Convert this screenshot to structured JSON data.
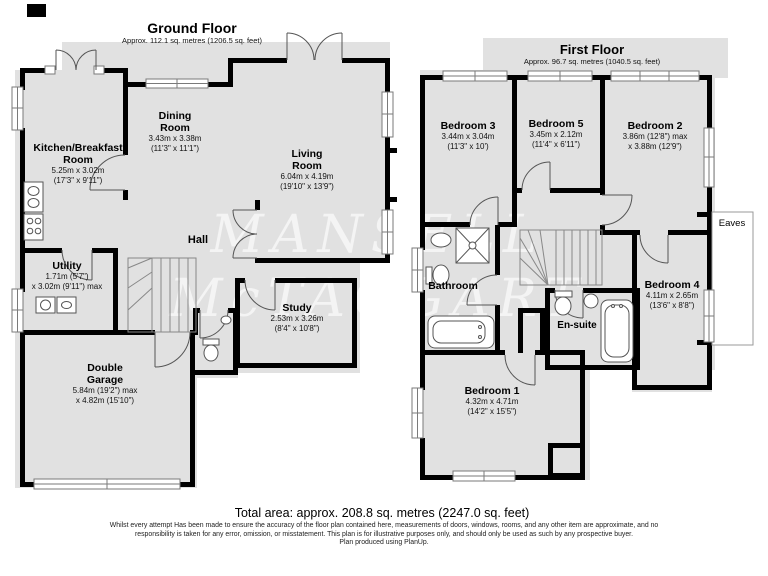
{
  "page": {
    "total_area": "Total area: approx. 208.8 sq. metres (2247.0 sq. feet)",
    "disclaimer_line1": "Whilst every attempt Has been made to ensure the accuracy of the floor plan contained here, measurements of doors, windows, rooms, and any other item are approximate, and no",
    "disclaimer_line2": "responsibility is taken for any error, omission, or misstatement. This plan is for illustrative purposes only, and should only be used as such by any prospective buyer.",
    "disclaimer_line3": "Plan produced using PlanUp.",
    "watermark_line1": "MANSELL",
    "watermark_line2": "McTAGGART"
  },
  "colors": {
    "floor": "#e1e1e1",
    "wall": "#000000",
    "background": "#ffffff"
  },
  "ground_floor": {
    "title": "Ground Floor",
    "subtitle": "Approx. 112.1 sq. metres (1206.5 sq. feet)",
    "rooms": {
      "kitchen": {
        "name1": "Kitchen/Breakfast",
        "name2": "Room",
        "dim1": "5.25m x 3.02m",
        "dim2": "(17'3\" x 9'11\")"
      },
      "dining": {
        "name1": "Dining",
        "name2": "Room",
        "dim1": "3.43m x 3.38m",
        "dim2": "(11'3\" x 11'1\")"
      },
      "living": {
        "name1": "Living",
        "name2": "Room",
        "dim1": "6.04m x 4.19m",
        "dim2": "(19'10\" x 13'9\")"
      },
      "hall": {
        "name1": "Hall"
      },
      "utility": {
        "name1": "Utility",
        "dim1": "1.71m (5'7\")",
        "dim2": "x 3.02m (9'11\") max"
      },
      "study": {
        "name1": "Study",
        "dim1": "2.53m x 3.26m",
        "dim2": "(8'4\" x 10'8\")"
      },
      "garage": {
        "name1": "Double",
        "name2": "Garage",
        "dim1": "5.84m (19'2\") max",
        "dim2": "x 4.82m (15'10\")"
      }
    }
  },
  "first_floor": {
    "title": "First Floor",
    "subtitle": "Approx. 96.7 sq. metres (1040.5 sq. feet)",
    "rooms": {
      "bedroom3": {
        "name1": "Bedroom 3",
        "dim1": "3.44m x 3.04m",
        "dim2": "(11'3\" x 10')"
      },
      "bedroom5": {
        "name1": "Bedroom 5",
        "dim1": "3.45m x 2.12m",
        "dim2": "(11'4\" x 6'11\")"
      },
      "bedroom2": {
        "name1": "Bedroom 2",
        "dim1": "3.86m (12'8\") max",
        "dim2": "x 3.88m (12'9\")"
      },
      "bathroom": {
        "name1": "Bathroom"
      },
      "ensuite": {
        "name1": "En-suite"
      },
      "bedroom4": {
        "name1": "Bedroom 4",
        "dim1": "4.11m x 2.65m",
        "dim2": "(13'6\" x 8'8\")"
      },
      "bedroom1": {
        "name1": "Bedroom 1",
        "dim1": "4.32m x 4.71m",
        "dim2": "(14'2\" x 15'5\")"
      },
      "eaves": {
        "name1": "Eaves"
      }
    }
  }
}
